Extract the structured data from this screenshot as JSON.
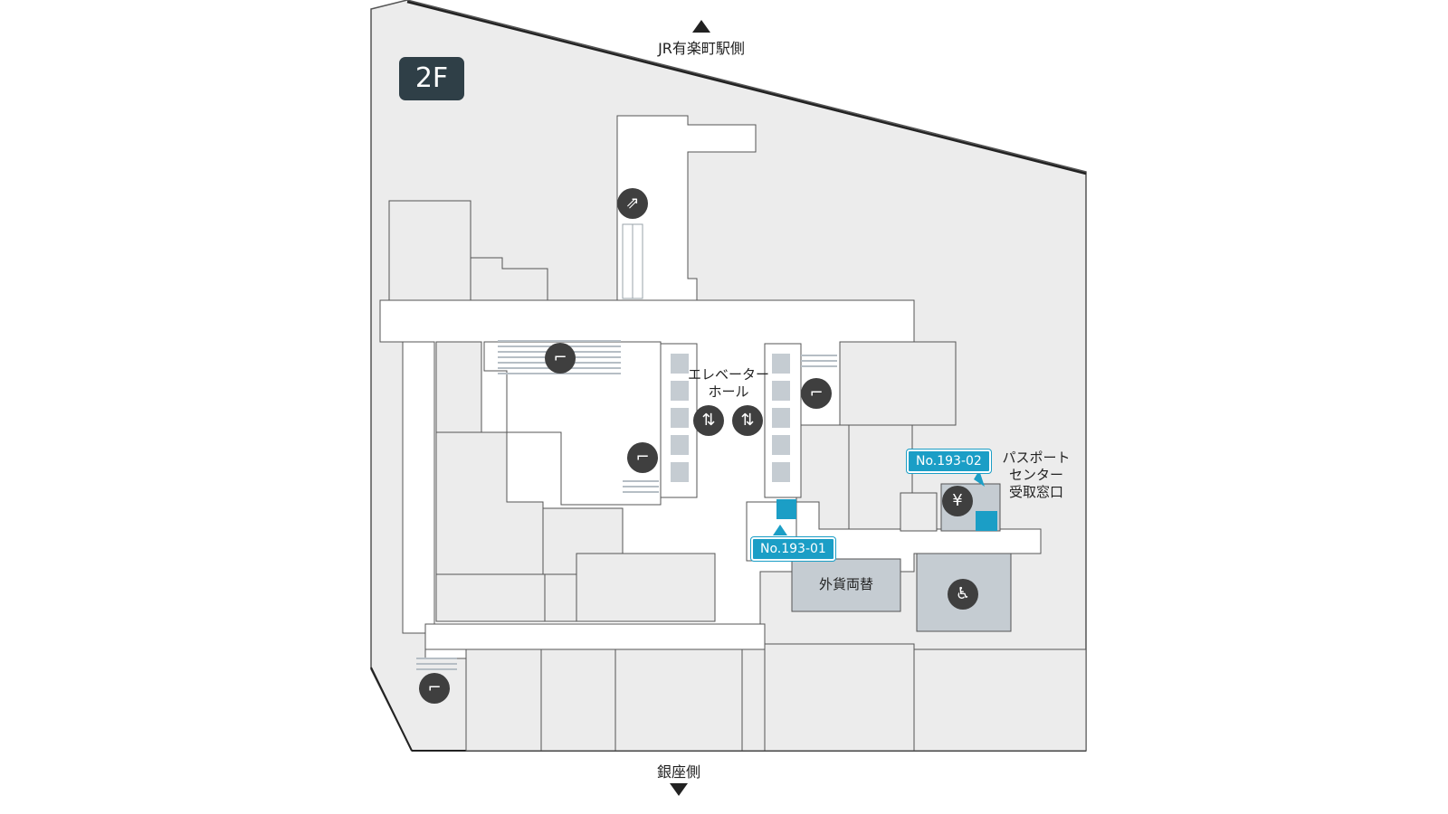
{
  "floor": "2F",
  "directions": {
    "north_label": "JR有楽町駅側",
    "south_label": "銀座側"
  },
  "areas": {
    "elevator_hall_line1": "エレベーター",
    "elevator_hall_line2": "ホール",
    "passport_line1": "パスポート",
    "passport_line2": "センター",
    "passport_line3": "受取窓口",
    "exchange": "外貨両替"
  },
  "callouts": {
    "c1": "No.193-01",
    "c2": "No.193-02"
  },
  "icons": [
    "escalator-icon",
    "stairs-icon",
    "elevator-icon",
    "atm-icon",
    "restroom-icon"
  ],
  "colors": {
    "highlight": "#1b9ec6",
    "building_fill": "#ececec",
    "corridor": "#ffffff",
    "feature_area": "#c5ccd2",
    "icon_bg": "#3f3f3f",
    "badge": "#2f3f47"
  }
}
